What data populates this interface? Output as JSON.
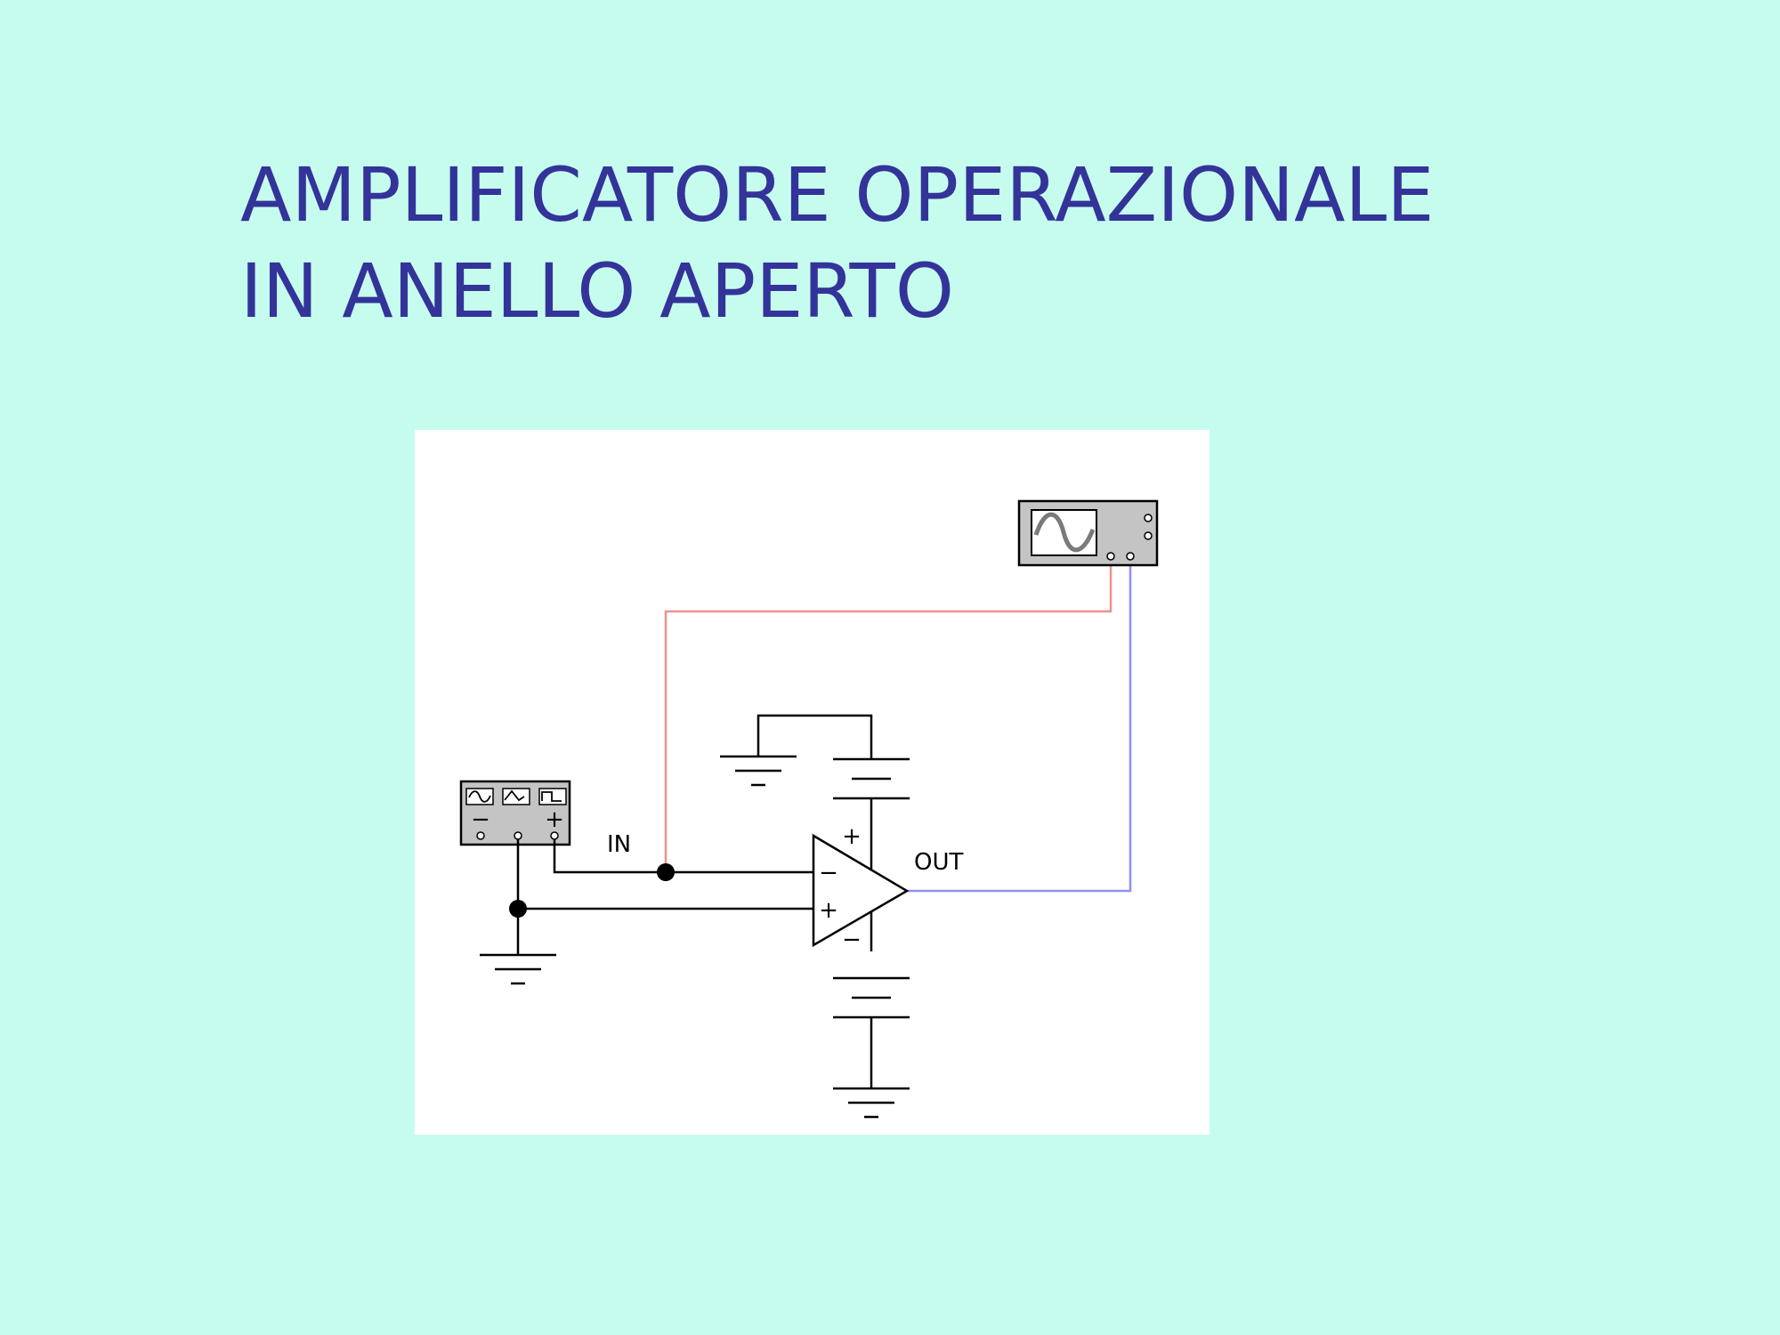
{
  "title": {
    "line1": "AMPLIFICATORE OPERAZIONALE",
    "line2": "IN ANELLO APERTO"
  },
  "circuit": {
    "input_label": "IN",
    "output_label": "OUT",
    "opamp": {
      "inverting_pin": "−",
      "noninverting_pin": "+",
      "supply_positive": "+",
      "supply_negative": "−"
    },
    "function_generator": {
      "waveform_icons": [
        "sine-wave-icon",
        "triangle-wave-icon",
        "square-wave-icon"
      ],
      "terminals": [
        "−",
        "+"
      ]
    },
    "oscilloscope": {
      "display_icon": "sine-wave-icon"
    }
  },
  "colors": {
    "background": "#c6fcee",
    "title": "#333399",
    "channel_a_wire": "#f09090",
    "channel_b_wire": "#9090f0"
  }
}
